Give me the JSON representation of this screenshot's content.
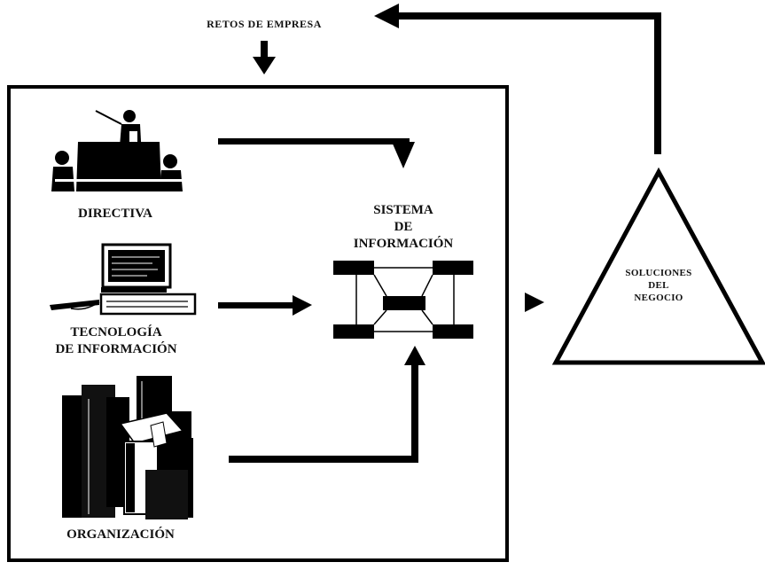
{
  "top_label": "RETOS DE EMPRESA",
  "inputs": {
    "directiva": "DIRECTIVA",
    "tecnologia_line1": "TECNOLOGÍA",
    "tecnologia_line2": "DE INFORMACIÓN",
    "organizacion": "ORGANIZACIÓN"
  },
  "system": {
    "line1": "SISTEMA",
    "line2": "DE",
    "line3": "INFORMACIÓN"
  },
  "solutions": {
    "line1": "SOLUCIONES",
    "line2": "DEL",
    "line3": "NEGOCIO"
  },
  "icons": [
    "meeting-icon",
    "computer-icon",
    "buildings-icon",
    "network-icon"
  ]
}
